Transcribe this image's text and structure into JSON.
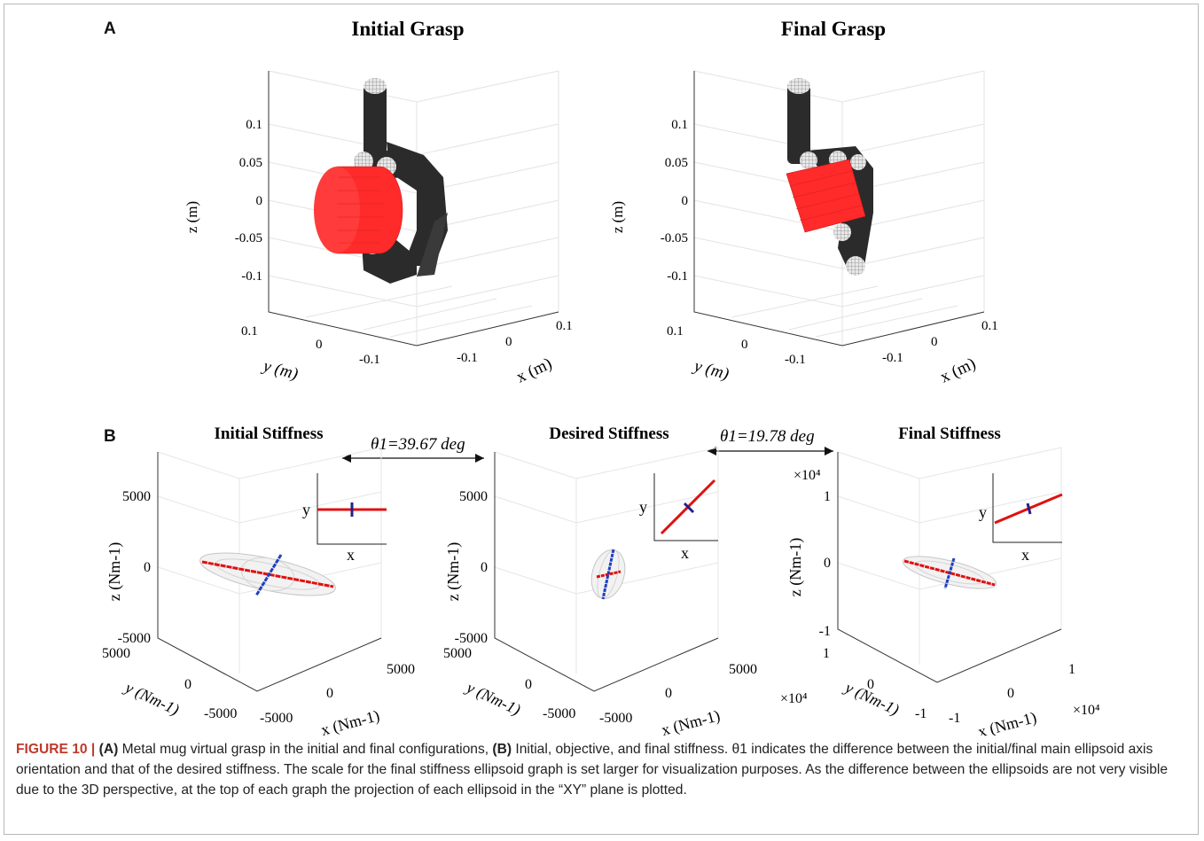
{
  "panel_a": {
    "letter": "A",
    "titles": [
      "Initial Grasp",
      "Final Grasp"
    ],
    "z_label": "z (m)",
    "y_label": "y (m)",
    "x_label": "x (m)",
    "z_ticks": [
      "0.1",
      "0.05",
      "0",
      "-0.05",
      "-0.1"
    ],
    "y_ticks": [
      "0.1",
      "0",
      "-0.1"
    ],
    "x_ticks": [
      "-0.1",
      "0",
      "0.1"
    ],
    "object_color": "#ff2a2a",
    "hand_color": "#2b2b2b"
  },
  "panel_b": {
    "letter": "B",
    "titles": [
      "Initial Stiffness",
      "Desired Stiffness",
      "Final Stiffness"
    ],
    "angle_1": "θ1=39.67 deg",
    "angle_2": "θ1=19.78 deg",
    "z_label": "z (Nm-1)",
    "y_label": "y (Nm-1)",
    "x_label": "x (Nm-1)",
    "z_ticks": [
      "5000",
      "0",
      "-5000"
    ],
    "xy_ticks": [
      "5000",
      "0",
      "-5000"
    ],
    "final_z_ticks": [
      "1",
      "0",
      "-1"
    ],
    "final_xy_ticks": [
      "1",
      "0",
      "-1"
    ],
    "scale_label": "×10⁴",
    "inset_x": "x",
    "inset_y": "y",
    "main_axis_color": "#e01010",
    "minor_axis_color": "#2040c0"
  },
  "caption": {
    "figure_label": "FIGURE 10 |",
    "a_ref": "(A)",
    "a_text": " Metal mug virtual grasp in the initial and final configurations, ",
    "b_ref": "(B)",
    "b_text": " Initial, objective, and final stiffness. θ1 indicates the difference between the initial/final main ellipsoid axis orientation and that of the desired stiffness. The scale for the final stiffness ellipsoid graph is set larger for visualization purposes. As the difference between the ellipsoids are not very visible due to the 3D perspective, at the top of each graph the projection of each ellipsoid in the “XY” plane is plotted."
  }
}
